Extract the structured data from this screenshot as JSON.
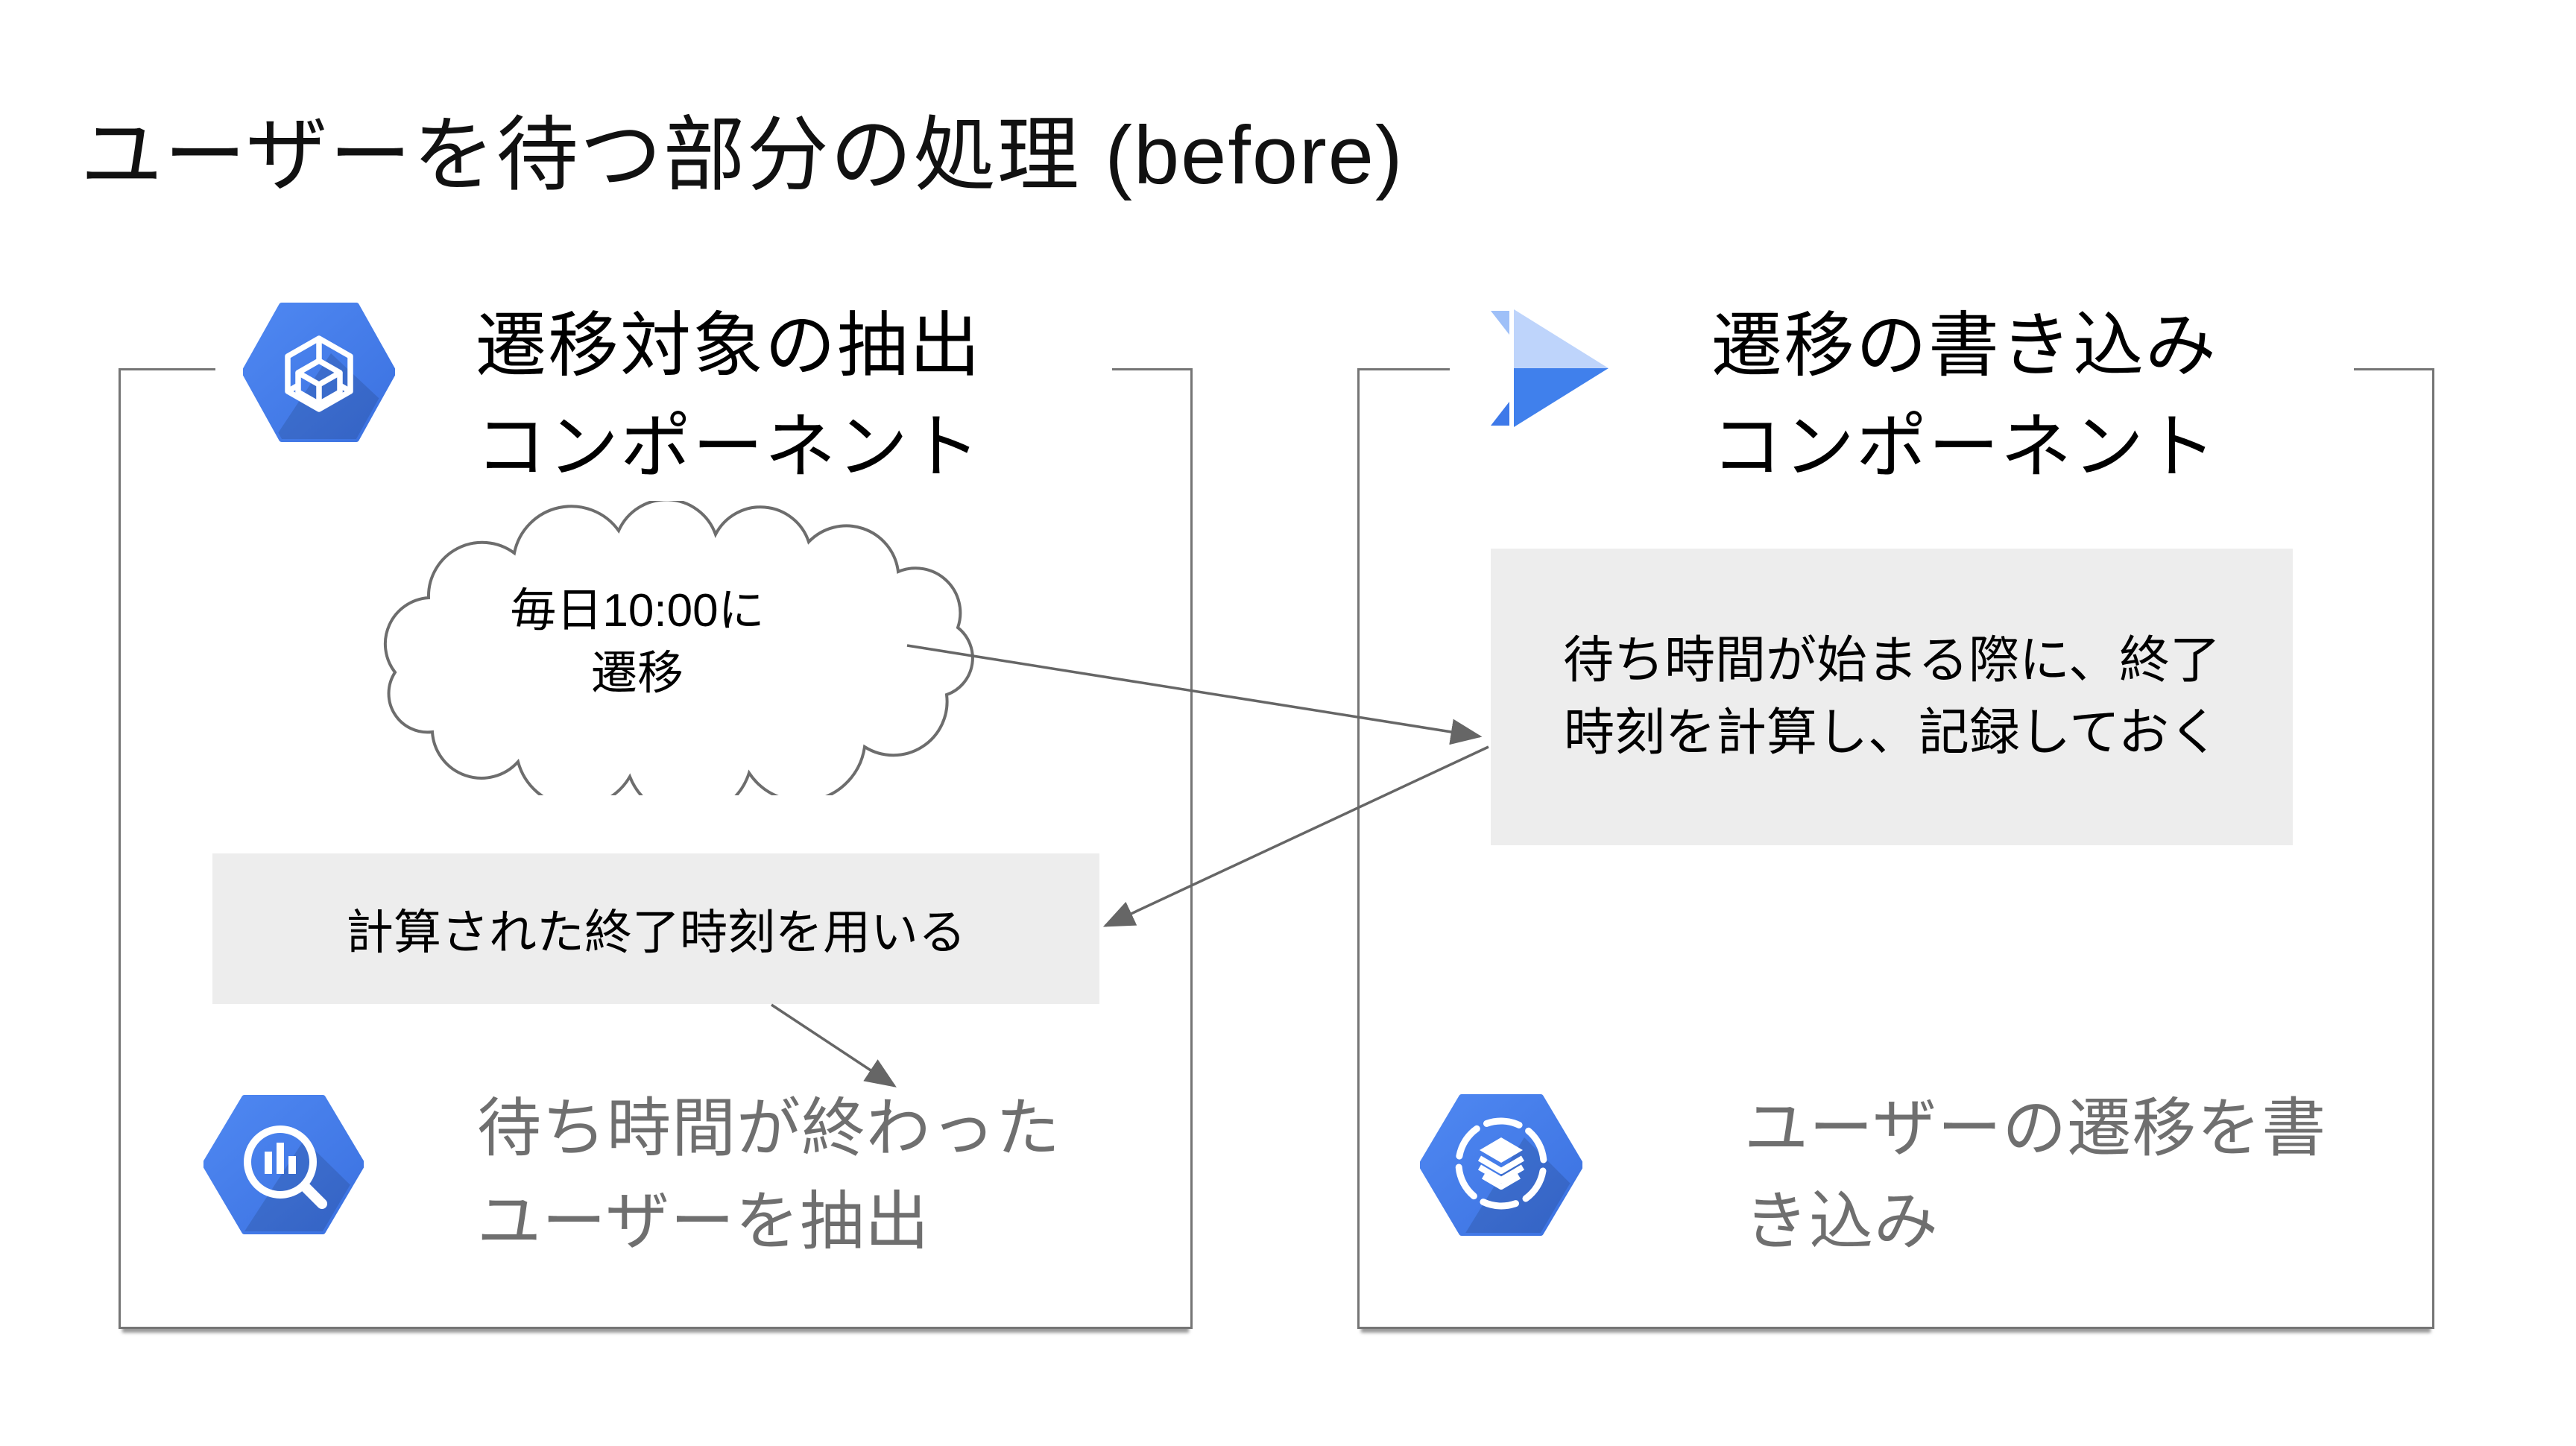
{
  "title": "ユーザーを待つ部分の処理 (before)",
  "left_panel": {
    "header": {
      "line1": "遷移対象の抽出",
      "line2": "コンポーネント"
    },
    "cloud": {
      "line1": "毎日10:00に",
      "line2": "遷移"
    },
    "note": {
      "text": "計算された終了時刻を用いる"
    },
    "footer": {
      "line1": "待ち時間が終わった",
      "line2": "ユーザーを抽出"
    }
  },
  "right_panel": {
    "header": {
      "line1": "遷移の書き込み",
      "line2": "コンポーネント"
    },
    "note": {
      "line1": "待ち時間が始まる際に、終了",
      "line2": "時刻を計算し、記録しておく"
    },
    "footer": {
      "line1": "ユーザーの遷移を書",
      "line2": "き込み"
    }
  },
  "icons": {
    "left_header": "hexagon-cube",
    "left_footer": "bigquery-magnifier-chart",
    "right_header": "fast-forward-triangles",
    "right_footer": "pinwheel-cube"
  },
  "colors": {
    "icon_blue": "#4285F4",
    "icon_blue_dark": "#3B71E0",
    "icon_blue_light": "#BED4FB",
    "note_box_bg": "#EDEDED",
    "panel_border": "#757575",
    "arrow": "#666666",
    "muted_text": "#6F6F6F",
    "text": "#000000",
    "background": "#FFFFFF"
  }
}
